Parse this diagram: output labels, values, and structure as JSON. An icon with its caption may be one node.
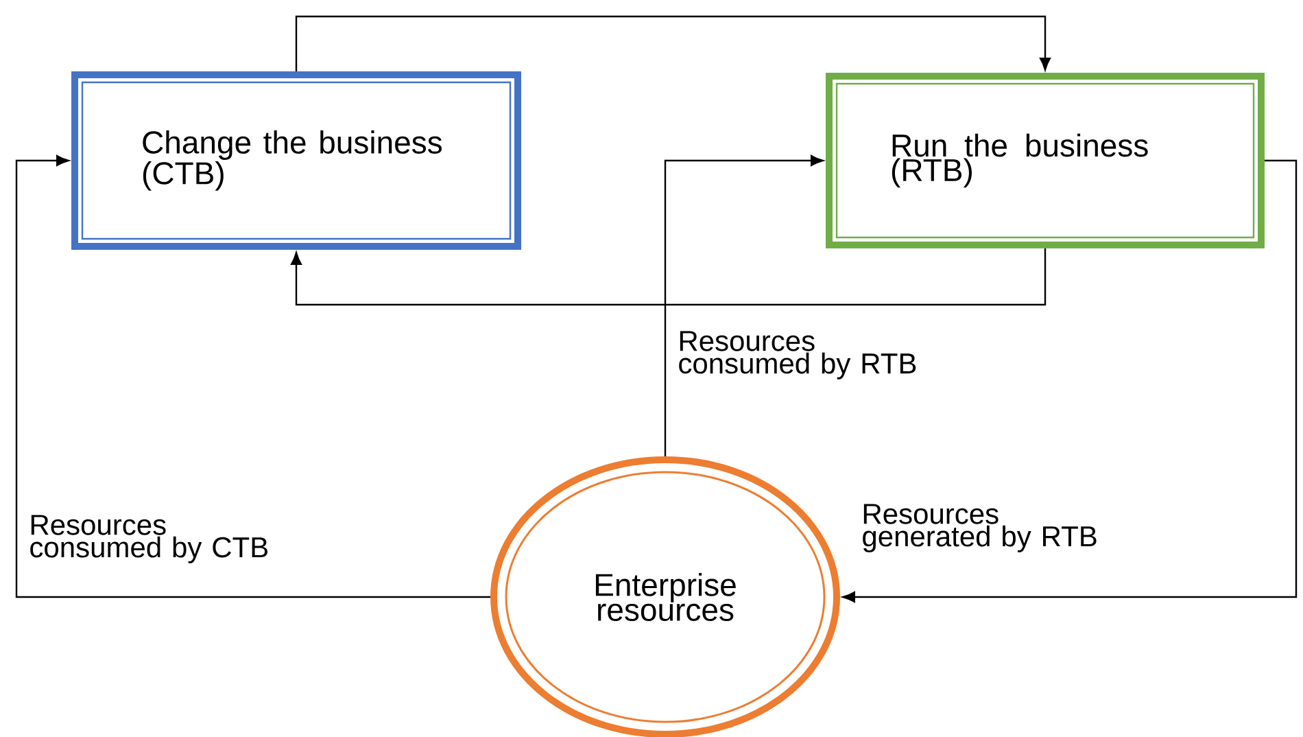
{
  "diagram": {
    "nodes": [
      {
        "text": [
          "Change the business (CTB)"
        ]
      },
      {
        "text": [
          "Run the business (RTB)"
        ]
      },
      {
        "text": [
          "Enterprise resources"
        ]
      }
    ],
    "edges": [
      {
        "from": 0,
        "to": 1,
        "arrow": "to"
      },
      {
        "from": 1,
        "to": 0,
        "arrow": "to"
      },
      {
        "from": 2,
        "to": 1,
        "arrow": "to",
        "label": "Resources consumed by RTB"
      },
      {
        "from": 2,
        "to": 0,
        "arrow": "to",
        "label": "Resources consumed by CTB"
      },
      {
        "from": 1,
        "to": 2,
        "arrow": "to",
        "label": "Resources generated by RTB"
      }
    ]
  }
}
